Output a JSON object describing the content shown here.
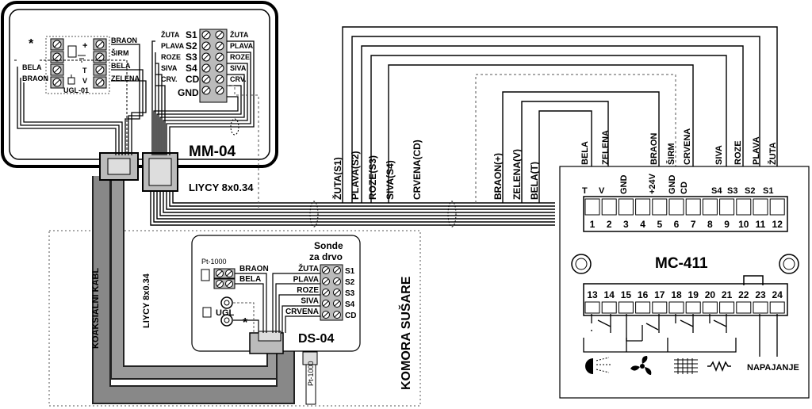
{
  "mm04": {
    "title": "MM-04",
    "cable": "LIYCY 8x0.34",
    "star": "*",
    "ugl": {
      "name": "UGL-01",
      "plus": "+",
      "t": "T",
      "v": "V",
      "wires_left": [
        "BELA",
        "BRAON"
      ],
      "wires_right": [
        "BRAON",
        "ŠIRM",
        "BELA",
        "ZELENA"
      ]
    },
    "sensor_terms": [
      "S1",
      "S2",
      "S3",
      "S4",
      "CD"
    ],
    "gnd": "GND",
    "wires_left": [
      "ŽUTA",
      "PLAVA",
      "ROZE",
      "SIVA",
      "CRV."
    ],
    "wires_right": [
      "ŽUTA",
      "PLAVA",
      "ROZE",
      "SIVA",
      "CRV."
    ]
  },
  "cable_labels": [
    "ŽUTA(S1)",
    "PLAVA(S2)",
    "ROZE(S3)",
    "SIVA(S4)",
    "CRVENA(CD)",
    "BRAON(+)",
    "ZELENA(V)",
    "BELA(T)"
  ],
  "mc411": {
    "title": "MC-411",
    "wire_labels": [
      "BELA",
      "ZELENA",
      "BRAON",
      "ŠIRM",
      "CRVENA",
      "SIVA",
      "ROZE",
      "PLAVA",
      "ŽUTA"
    ],
    "func_labels": [
      "T",
      "V",
      "GND",
      "+24V",
      "GND",
      "CD",
      "S4",
      "S3",
      "S2",
      "S1"
    ],
    "top_terminals": [
      "1",
      "2",
      "3",
      "4",
      "5",
      "6",
      "7",
      "8",
      "9",
      "10",
      "11",
      "12"
    ],
    "bottom_terminals": [
      "13",
      "14",
      "15",
      "16",
      "17",
      "18",
      "19",
      "20",
      "21",
      "22",
      "23",
      "24"
    ],
    "power_label": "NAPAJANJE",
    "icons": [
      "sprinkler-icon",
      "fan-icon",
      "heater-grid-icon",
      "resistor-icon"
    ]
  },
  "chamber": {
    "title": "KOMORA SUŠARE",
    "coax": "KOAKSIALNI  KABL",
    "liycy": "LIYCY 8x0.34",
    "ds04": {
      "title": "DS-04",
      "heading": "Sonde\nza drvo",
      "heading_line1": "Sonde",
      "heading_line2": "za drvo",
      "pt1000": "Pt-1000",
      "pt_wires": [
        "BRAON",
        "BELA"
      ],
      "sensor_wires": [
        "ŽUTA",
        "PLAVA",
        "ROZE",
        "SIVA",
        "CRVENA"
      ],
      "sensor_terms": [
        "S1",
        "S2",
        "S3",
        "S4",
        "CD"
      ],
      "ugl": "UGL",
      "star": "*",
      "probe": "Pt-1000"
    }
  }
}
